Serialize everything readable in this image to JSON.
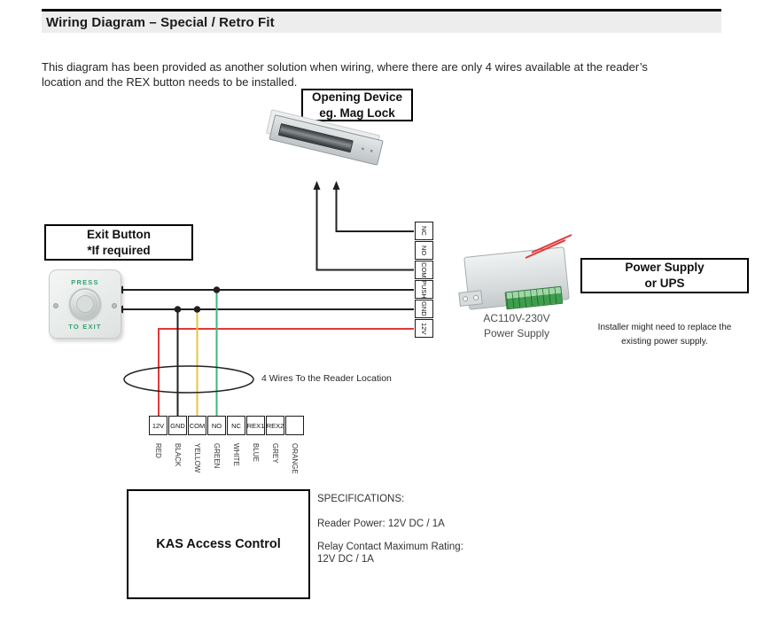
{
  "header": {
    "title": "Wiring Diagram – Special / Retro Fit"
  },
  "intro": {
    "text": "This diagram has been provided as another solution when wiring, where there are only 4 wires available at the reader’s location and the REX button needs to be installed."
  },
  "opening_device": {
    "line1": "Opening Device",
    "line2": "eg. Mag Lock"
  },
  "exit_button": {
    "line1": "Exit Button",
    "line2": "*If required"
  },
  "exit_button_device": {
    "top_label": "PRESS",
    "bottom_label": "TO EXIT"
  },
  "reader_terminal": {
    "labels": [
      "NC",
      "NO",
      "COM",
      "PUSH",
      "GND",
      "12V"
    ]
  },
  "cable_note": {
    "text": "4 Wires To the Reader Location"
  },
  "controller_terminal": {
    "labels": [
      "12V",
      "GND",
      "COM",
      "NO",
      "NC",
      "REX1",
      "REX2",
      ""
    ]
  },
  "wire_color_labels": {
    "labels": [
      "RED",
      "BLACK",
      "YELLOW",
      "GREEN",
      "WHITE",
      "BLUE",
      "GREY",
      "ORANGE"
    ]
  },
  "power_supply": {
    "caption_line1": "AC110V-230V",
    "caption_line2": "Power Supply"
  },
  "ups": {
    "line1": "Power Supply",
    "line2": "or UPS",
    "note": "Installer might need to replace the existing power supply."
  },
  "controller": {
    "label": "KAS Access Control"
  },
  "specs": {
    "heading": "SPECIFICATIONS:",
    "reader_power": "Reader Power: 12V DC / 1A",
    "relay_line1": "Relay Contact Maximum Rating:",
    "relay_line2": "12V DC / 1A"
  },
  "colors": {
    "wire_red": "#e03a3a",
    "wire_black": "#231f20",
    "wire_yellow": "#e9c43c",
    "wire_green": "#3cb878",
    "button_text_green": "#35a271"
  }
}
